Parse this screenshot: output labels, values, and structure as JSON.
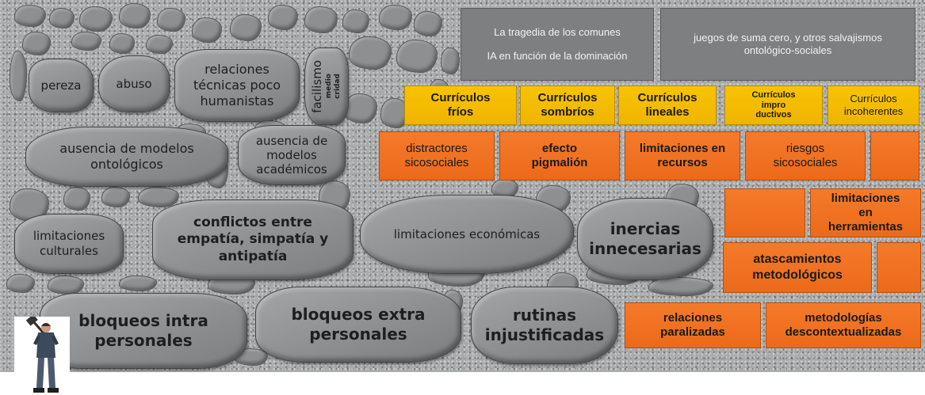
{
  "gray_boxes": {
    "tragedia": "La tragedia de los comunes",
    "ia": "IA en función de la dominación",
    "juegos": "juegos de suma cero, y otros salvajismos ontológico-sociales"
  },
  "stones": {
    "pereza": "pereza",
    "abuso": "abuso",
    "relaciones_tecnicas": "relaciones técnicas poco humanistas",
    "facilismo": "facilismo",
    "mediocridad_1": "medio",
    "mediocridad_2": "cridad",
    "ausencia_ontologicos": "ausencia de modelos ontológicos",
    "ausencia_academicos": "ausencia de modelos académicos",
    "limitaciones_culturales": "limitaciones culturales",
    "conflictos": "conflictos entre empatía, simpatía y antipatía",
    "limitaciones_economicas": "limitaciones económicas",
    "inercias": "inercias innecesarias",
    "bloqueos_intra": "bloqueos intra personales",
    "bloqueos_extra": "bloqueos extra personales",
    "rutinas": "rutinas injustificadas"
  },
  "yellow_boxes": {
    "frios": "Currículos fríos",
    "sombrios": "Currículos sombríos",
    "lineales": "Currículos lineales",
    "improductivos_1": "Currículos",
    "improductivos_2": "impro",
    "improductivos_3": "ductivos",
    "incoherentes": "Currículos incoherentes"
  },
  "orange_boxes": {
    "distractores": "distractores sicosociales",
    "efecto": "efecto pigmalión",
    "limitaciones_recursos": "limitaciones en recursos",
    "riesgos": "riesgos sicosociales",
    "limitaciones_herramientas_1": "limitaciones",
    "limitaciones_herramientas_2": "en",
    "limitaciones_herramientas_3": "herramientas",
    "atascamientos": "atascamientos metodológicos",
    "relaciones_paralizadas": "relaciones paralizadas",
    "metodologias": "metodologías descontextualizadas"
  },
  "colors": {
    "wall": "#a9aaab",
    "stone": "#8b8d8f",
    "gray_box": "#7e7f80",
    "yellow": "#f7c400",
    "orange": "#f47a2a"
  }
}
